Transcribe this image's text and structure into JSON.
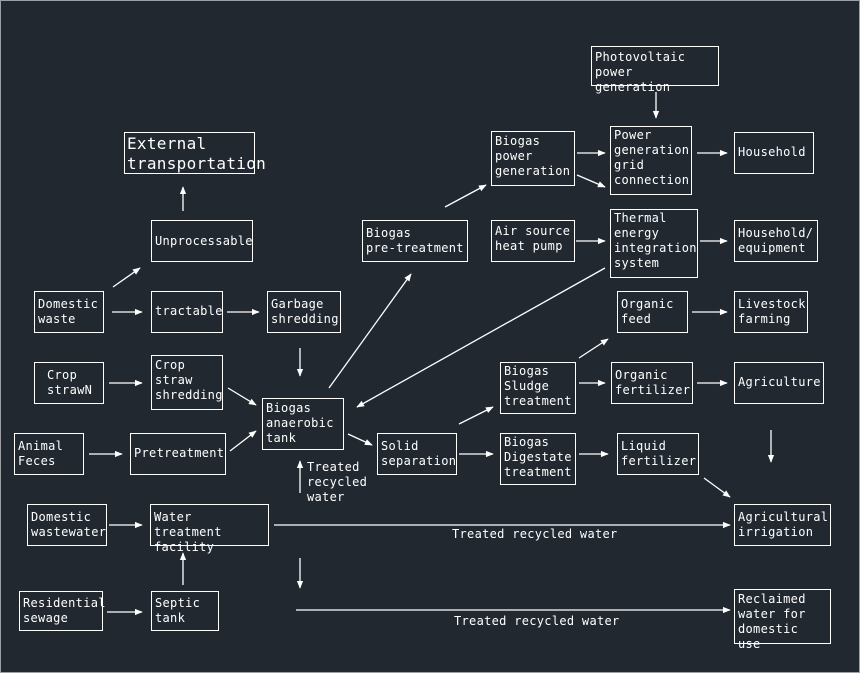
{
  "colors": {
    "background": "#212830",
    "foreground": "#ffffff",
    "frame": "#9aa0a6"
  },
  "nodes": {
    "external_transportation": "External\ntransportation",
    "unprocessable": "Unprocessable",
    "domestic_waste": "Domestic\nwaste",
    "tractable": "tractable",
    "garbage_shredding": "Garbage\nshredding",
    "crop_straw": "Crop\nstrawN",
    "crop_straw_shredding": "Crop\nstraw\nshredding",
    "animal_feces": "Animal\nFeces",
    "pretreatment": "Pretreatment",
    "biogas_anaerobic_tank": "Biogas\nanaerobic\ntank",
    "biogas_pretreatment": "Biogas\npre-treatment",
    "biogas_power_generation": "Biogas\npower\ngeneration",
    "photovoltaic": "Photovoltaic\npower generation",
    "power_grid_connection": "Power\ngeneration\ngrid\nconnection",
    "household": "Household",
    "air_source_heat_pump": "Air source\nheat pump",
    "thermal_energy_system": "Thermal\nenergy\nintegration\nsystem",
    "household_equipment": "Household/\nequipment",
    "organic_feed": "Organic\nfeed",
    "livestock_farming": "Livestock\nfarming",
    "biogas_sludge_treatment": "Biogas\nSludge\ntreatment",
    "organic_fertilizer": "Organic\nfertilizer",
    "agriculture": "Agriculture",
    "solid_separation": "Solid\nseparation",
    "biogas_digestate_treatment": "Biogas\nDigestate\ntreatment",
    "liquid_fertilizer": "Liquid\nfertilizer",
    "domestic_wastewater": "Domestic\nwastewater",
    "water_treatment_facility": "Water treatment\nfacility",
    "agricultural_irrigation": "Agricultural\nirrigation",
    "residential_sewage": "Residential\nsewage",
    "septic_tank": "Septic\ntank",
    "reclaimed_water": "Reclaimed\nwater for\ndomestic use"
  },
  "labels": {
    "treated_recycled_water_vertical": "Treated\nrecycled\nwater",
    "treated_recycled_water_irrigation": "Treated recycled water",
    "treated_recycled_water_reclaimed": "Treated recycled water"
  }
}
